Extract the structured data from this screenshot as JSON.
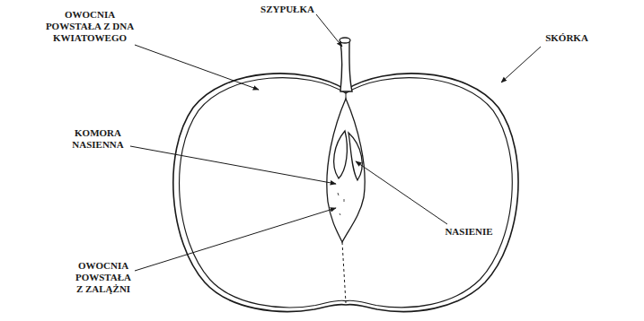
{
  "diagram": {
    "labels": [
      "SZYPUŁKA",
      "OWOCNIA POWSTAŁA Z DNA KWIATOWEGO",
      "SKÓRKA",
      "KOMORA NASIENNA",
      "OWOCNIA POWSTAŁA Z ZALĄŻNI",
      "NASIENIE"
    ]
  }
}
